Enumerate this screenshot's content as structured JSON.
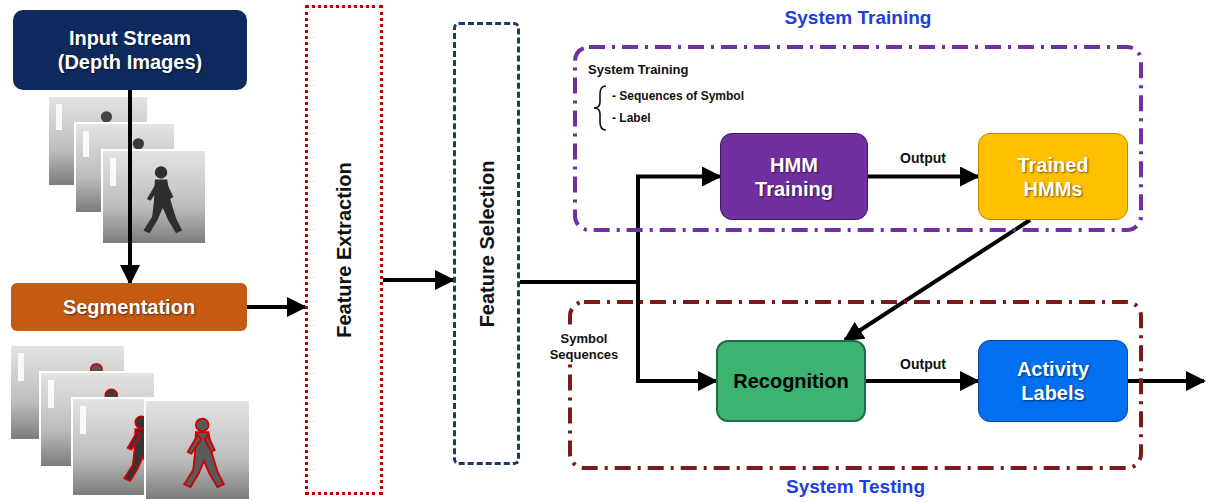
{
  "diagram": {
    "nodes": [
      {
        "text": [
          "Input Stream (Depth Images)"
        ]
      },
      {
        "text": [
          "Segmentation"
        ]
      },
      {
        "text": [
          "Feature Extraction"
        ]
      },
      {
        "text": [
          "Feature Selection"
        ]
      },
      {
        "text": [
          "System Training"
        ]
      },
      {
        "text": [
          "HMM Training"
        ],
        "in": 4
      },
      {
        "text": [
          "Trained HMMs"
        ],
        "in": 4
      },
      {
        "text": [
          "System Testing"
        ]
      },
      {
        "text": [
          "Recognition"
        ],
        "in": 7
      },
      {
        "text": [
          "Activity Labels"
        ],
        "in": 7
      }
    ],
    "edges": [
      {
        "from": 0,
        "to": 1,
        "arrow": "to"
      },
      {
        "from": 1,
        "to": 2,
        "arrow": "to"
      },
      {
        "from": 2,
        "to": 3,
        "arrow": "to"
      },
      {
        "from": 3,
        "to": 5,
        "arrow": "to"
      },
      {
        "from": 3,
        "to": 8,
        "label": "Symbol Sequences",
        "arrow": "to"
      },
      {
        "from": 5,
        "to": 6,
        "label": "Output",
        "arrow": "to"
      },
      {
        "from": 6,
        "to": 8,
        "arrow": "to"
      },
      {
        "from": 8,
        "to": 9,
        "label": "Output",
        "arrow": "to"
      }
    ],
    "labels": [
      "System Training",
      "- Sequences of Symbol",
      "- Label"
    ]
  }
}
